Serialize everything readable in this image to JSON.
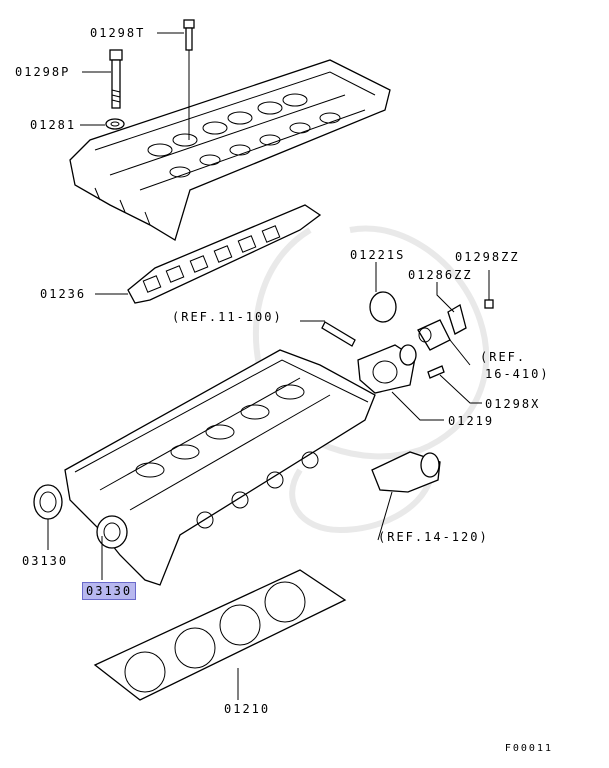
{
  "labels": {
    "bolt_t": "01298T",
    "bolt_p": "01298P",
    "washer": "01281",
    "cover_gasket": "01236",
    "plug": "01221S",
    "bolt_zz": "01298ZZ",
    "bracket_zz": "01286ZZ",
    "ref_11_100": "(REF.11-100)",
    "ref_16_410_a": "(REF.",
    "ref_16_410_b": "16-410)",
    "bolt_x": "01298X",
    "housing": "01219",
    "ref_14_120": "(REF.14-120)",
    "seal_left": "03130",
    "seal_selected": "03130",
    "head_gasket": "01210"
  },
  "figure_code": "F00011",
  "colors": {
    "selected_fill": "#b8b8ef",
    "selected_border": "#6a6acb",
    "line": "#000000"
  }
}
